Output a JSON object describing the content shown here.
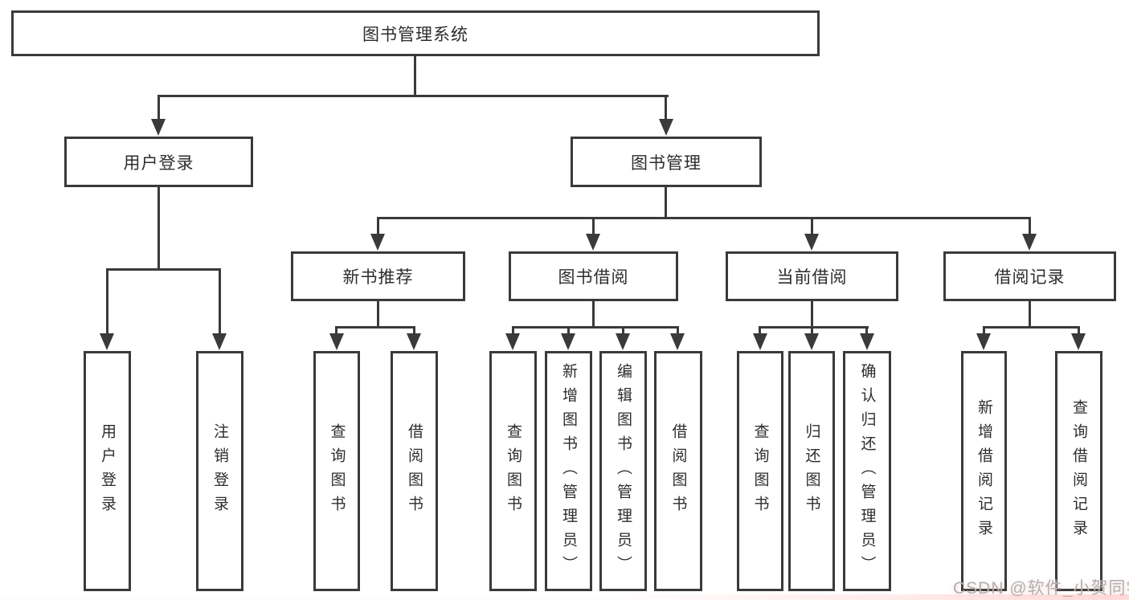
{
  "diagram": {
    "root": {
      "label": "图书管理系统"
    },
    "level2": [
      {
        "id": "user-login",
        "label": "用户登录"
      },
      {
        "id": "book-mgmt",
        "label": "图书管理"
      }
    ],
    "level3": [
      {
        "id": "new-books",
        "parent": "图书管理",
        "label": "新书推荐"
      },
      {
        "id": "book-borrow",
        "parent": "图书管理",
        "label": "图书借阅"
      },
      {
        "id": "current-borrow",
        "parent": "图书管理",
        "label": "当前借阅"
      },
      {
        "id": "borrow-records",
        "parent": "图书管理",
        "label": "借阅记录"
      }
    ],
    "leaves": [
      {
        "parent": "用户登录",
        "label": "用户登录"
      },
      {
        "parent": "用户登录",
        "label": "注销登录"
      },
      {
        "parent": "新书推荐",
        "label": "查询图书"
      },
      {
        "parent": "新书推荐",
        "label": "借阅图书"
      },
      {
        "parent": "图书借阅",
        "label": "查询图书"
      },
      {
        "parent": "图书借阅",
        "label": "新增图书（管理员）"
      },
      {
        "parent": "图书借阅",
        "label": "编辑图书（管理员）"
      },
      {
        "parent": "图书借阅",
        "label": "借阅图书"
      },
      {
        "parent": "当前借阅",
        "label": "查询图书"
      },
      {
        "parent": "当前借阅",
        "label": "归还图书"
      },
      {
        "parent": "当前借阅",
        "label": "确认归还（管理员）"
      },
      {
        "parent": "借阅记录",
        "label": "新增借阅记录"
      },
      {
        "parent": "借阅记录",
        "label": "查询借阅记录"
      }
    ]
  },
  "watermark": {
    "text": "CSDN @软件_小贺同学"
  },
  "colors": {
    "line": "#3a3a3a",
    "text": "#2d2d2d",
    "box_fill": "#ffffff",
    "background": "#ffffff",
    "watermark": "#b3b0b0"
  }
}
